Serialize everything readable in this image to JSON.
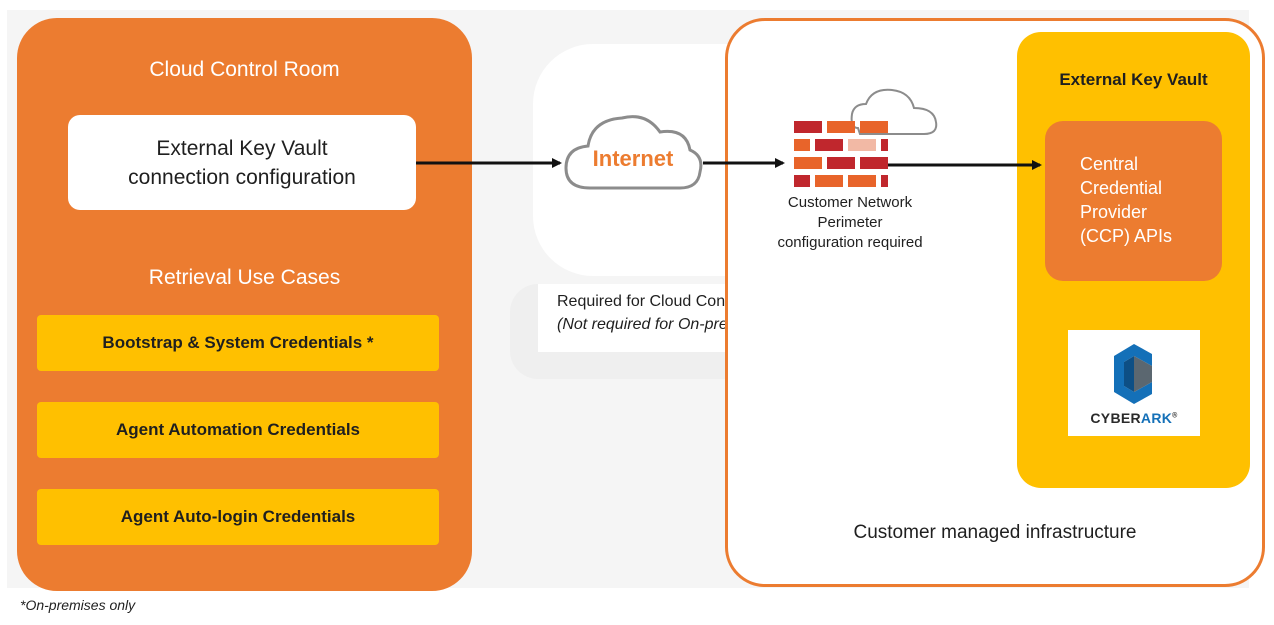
{
  "cloud_control_room": {
    "title": "Cloud Control Room",
    "config_box": "External Key Vault\nconnection configuration",
    "retrieval_title": "Retrieval Use Cases",
    "use_cases": [
      "Bootstrap & System Credentials *",
      "Agent Automation Credentials",
      "Agent Auto-login Credentials"
    ]
  },
  "internet": {
    "label": "Internet"
  },
  "perimeter": {
    "label": "Customer Network\nPerimeter\nconfiguration required"
  },
  "requirement": {
    "line1": "Required for Cloud Control Room",
    "line2": "(Not required for On-premises Control Room)"
  },
  "key_vault": {
    "title": "External Key Vault",
    "ccp": "Central\nCredential\nProvider\n(CCP) APIs",
    "logo_text": "CYBERARK",
    "logo_text_a": "CYBER",
    "logo_text_b": "ARK",
    "logo_mark": "®"
  },
  "infrastructure": {
    "label": "Customer managed infrastructure"
  },
  "footnote": "*On-premises only",
  "colors": {
    "orange": "#ec7c30",
    "yellow": "#ffc000",
    "firewall_red": "#c0272d",
    "firewall_orange": "#e8642a",
    "cyberark_blue": "#1470b8"
  },
  "icons": [
    "cloud-icon",
    "firewall-icon",
    "cyberark-logo-icon",
    "arrow-icon"
  ]
}
